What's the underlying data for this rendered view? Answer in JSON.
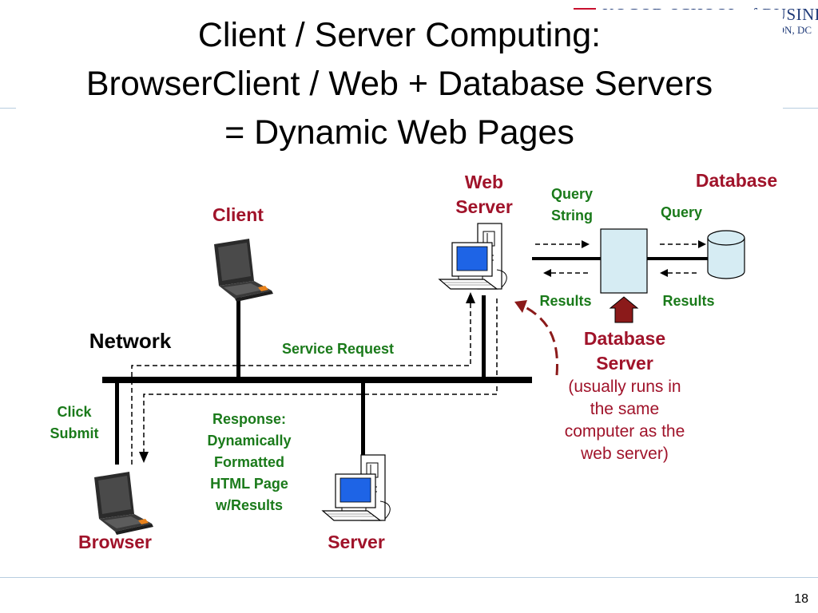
{
  "header": {
    "logo_name": "KOGOD SCHOOL of BUSINESS",
    "logo_city": "WASHINGTON, DC"
  },
  "slide": {
    "title_lines": [
      "Client / Server Computing:",
      "BrowserClient / Web + Database Servers",
      "= Dynamic Web Pages"
    ],
    "page_number": "18"
  },
  "diagram": {
    "client_label": "Client",
    "network_label": "Network",
    "service_request_label": "Service Request",
    "web_server_label_lines": [
      "Web",
      "Server"
    ],
    "query_string_lines": [
      "Query",
      "String"
    ],
    "database_label": "Database",
    "query_label": "Query",
    "results_left": "Results",
    "results_right": "Results",
    "database_server_title_lines": [
      "Database",
      "Server"
    ],
    "database_server_desc_lines": [
      "(usually runs in",
      "the same",
      "computer as the",
      "web server)"
    ],
    "click_submit_lines": [
      "Click",
      "Submit"
    ],
    "response_lines": [
      "Response:",
      "Dynamically",
      "Formatted",
      "HTML Page",
      "w/Results"
    ],
    "browser_label": "Browser",
    "server_label": "Server"
  },
  "colors": {
    "label_red": "#a0132a",
    "label_green": "#1a7a1a",
    "monitor_screen": "#1e64e6",
    "laptop_accent": "#e8821c",
    "server_box": "#d6ecf3",
    "rule_line": "#b8cde0"
  }
}
